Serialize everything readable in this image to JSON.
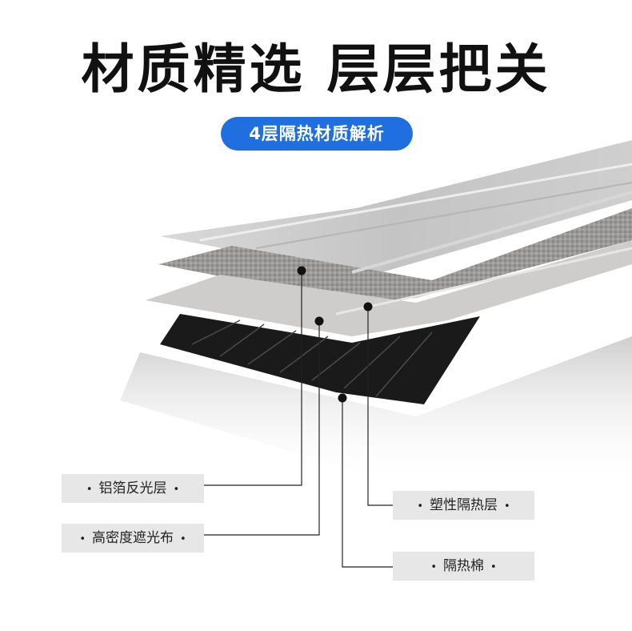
{
  "title": "材质精选 层层把关",
  "subtitle_badge": "4层隔热材质解析",
  "labels": {
    "aluminum_foil": "铝箔反光层",
    "blackout_cloth": "高密度遮光布",
    "plastic_insulation": "塑性隔热层",
    "insulation_cotton": "隔热棉"
  },
  "label_dot": "•",
  "colors": {
    "badge": "#1f6fe0",
    "label_bg": "#e7e7e7",
    "title": "#111111"
  }
}
